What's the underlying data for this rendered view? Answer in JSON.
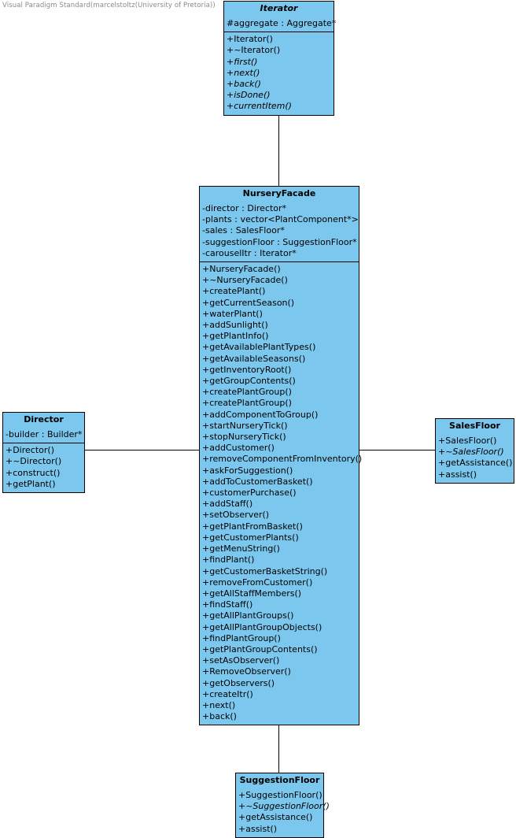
{
  "watermark": "Visual Paradigm Standard(marcelstoltz(University of Pretoria))",
  "diagram": {
    "type": "uml-class-diagram",
    "background": "#ffffff",
    "class_fill": "#7CC7EE",
    "border_color": "#000000"
  },
  "classes": {
    "iterator": {
      "name": "Iterator",
      "abstract": true,
      "attributes": [
        {
          "text": "#aggregate : Aggregate*",
          "italic": false
        }
      ],
      "operations": [
        {
          "text": "+Iterator()",
          "italic": false
        },
        {
          "text": "+~Iterator()",
          "italic": false
        },
        {
          "text": "+first()",
          "italic": true
        },
        {
          "text": "+next()",
          "italic": true
        },
        {
          "text": "+back()",
          "italic": true
        },
        {
          "text": "+isDone()",
          "italic": true
        },
        {
          "text": "+currentItem()",
          "italic": true
        }
      ]
    },
    "nursery_facade": {
      "name": "NurseryFacade",
      "abstract": false,
      "attributes": [
        {
          "text": "-director : Director*",
          "italic": false
        },
        {
          "text": "-plants : vector<PlantComponent*>",
          "italic": false
        },
        {
          "text": "-sales : SalesFloor*",
          "italic": false
        },
        {
          "text": "-suggestionFloor : SuggestionFloor*",
          "italic": false
        },
        {
          "text": "-carouselItr : Iterator*",
          "italic": false
        }
      ],
      "operations": [
        {
          "text": "+NurseryFacade()",
          "italic": false
        },
        {
          "text": "+~NurseryFacade()",
          "italic": false
        },
        {
          "text": "+createPlant()",
          "italic": false
        },
        {
          "text": "+getCurrentSeason()",
          "italic": false
        },
        {
          "text": "+waterPlant()",
          "italic": false
        },
        {
          "text": "+addSunlight()",
          "italic": false
        },
        {
          "text": "+getPlantInfo()",
          "italic": false
        },
        {
          "text": "+getAvailablePlantTypes()",
          "italic": false
        },
        {
          "text": "+getAvailableSeasons()",
          "italic": false
        },
        {
          "text": "+getInventoryRoot()",
          "italic": false
        },
        {
          "text": "+getGroupContents()",
          "italic": false
        },
        {
          "text": "+createPlantGroup()",
          "italic": false
        },
        {
          "text": "+createPlantGroup()",
          "italic": false
        },
        {
          "text": "+addComponentToGroup()",
          "italic": false
        },
        {
          "text": "+startNurseryTick()",
          "italic": false
        },
        {
          "text": "+stopNurseryTick()",
          "italic": false
        },
        {
          "text": "+addCustomer()",
          "italic": false
        },
        {
          "text": "+removeComponentFromInventory()",
          "italic": false
        },
        {
          "text": "+askForSuggestion()",
          "italic": false
        },
        {
          "text": "+addToCustomerBasket()",
          "italic": false
        },
        {
          "text": "+customerPurchase()",
          "italic": false
        },
        {
          "text": "+addStaff()",
          "italic": false
        },
        {
          "text": "+setObserver()",
          "italic": false
        },
        {
          "text": "+getPlantFromBasket()",
          "italic": false
        },
        {
          "text": "+getCustomerPlants()",
          "italic": false
        },
        {
          "text": "+getMenuString()",
          "italic": false
        },
        {
          "text": "+findPlant()",
          "italic": false
        },
        {
          "text": "+getCustomerBasketString()",
          "italic": false
        },
        {
          "text": "+removeFromCustomer()",
          "italic": false
        },
        {
          "text": "+getAllStaffMembers()",
          "italic": false
        },
        {
          "text": "+findStaff()",
          "italic": false
        },
        {
          "text": "+getAllPlantGroups()",
          "italic": false
        },
        {
          "text": "+getAllPlantGroupObjects()",
          "italic": false
        },
        {
          "text": "+findPlantGroup()",
          "italic": false
        },
        {
          "text": "+getPlantGroupContents()",
          "italic": false
        },
        {
          "text": "+setAsObserver()",
          "italic": false
        },
        {
          "text": "+RemoveObserver()",
          "italic": false
        },
        {
          "text": "+getObservers()",
          "italic": false
        },
        {
          "text": "+createItr()",
          "italic": false
        },
        {
          "text": "+next()",
          "italic": false
        },
        {
          "text": "+back()",
          "italic": false
        }
      ]
    },
    "director": {
      "name": "Director",
      "abstract": false,
      "attributes": [
        {
          "text": "-builder : Builder*",
          "italic": false
        }
      ],
      "operations": [
        {
          "text": "+Director()",
          "italic": false
        },
        {
          "text": "+~Director()",
          "italic": false
        },
        {
          "text": "+construct()",
          "italic": false
        },
        {
          "text": "+getPlant()",
          "italic": false
        }
      ]
    },
    "sales_floor": {
      "name": "SalesFloor",
      "abstract": false,
      "attributes": [],
      "operations": [
        {
          "text": "+SalesFloor()",
          "italic": false
        },
        {
          "text": "+~SalesFloor()",
          "italic": true
        },
        {
          "text": "+getAssistance()",
          "italic": false
        },
        {
          "text": "+assist()",
          "italic": false
        }
      ]
    },
    "suggestion_floor": {
      "name": "SuggestionFloor",
      "abstract": false,
      "attributes": [],
      "operations": [
        {
          "text": "+SuggestionFloor()",
          "italic": false
        },
        {
          "text": "+~SuggestionFloor()",
          "italic": true
        },
        {
          "text": "+getAssistance()",
          "italic": false
        },
        {
          "text": "+assist()",
          "italic": false
        }
      ]
    }
  },
  "connectors": [
    {
      "id": "iterator-facade",
      "from": "iterator",
      "to": "nursery_facade",
      "style": "solid",
      "orientation": "vertical"
    },
    {
      "id": "director-facade",
      "from": "director",
      "to": "nursery_facade",
      "style": "solid",
      "orientation": "horizontal"
    },
    {
      "id": "facade-salesfloor",
      "from": "nursery_facade",
      "to": "sales_floor",
      "style": "solid",
      "orientation": "horizontal"
    },
    {
      "id": "facade-suggestionfloor",
      "from": "nursery_facade",
      "to": "suggestion_floor",
      "style": "solid",
      "orientation": "vertical"
    }
  ]
}
